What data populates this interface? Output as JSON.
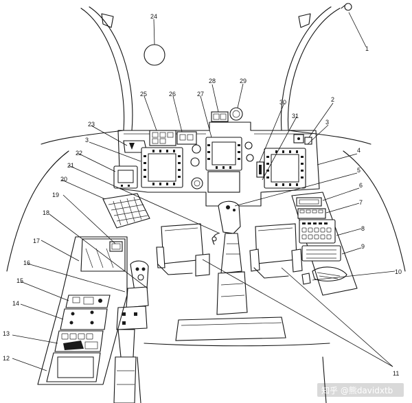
{
  "callouts": [
    {
      "id": "1",
      "text": "1"
    },
    {
      "id": "2",
      "text": "2"
    },
    {
      "id": "3a",
      "text": "3"
    },
    {
      "id": "3b",
      "text": "3"
    },
    {
      "id": "4",
      "text": "4"
    },
    {
      "id": "5",
      "text": "5"
    },
    {
      "id": "6",
      "text": "6"
    },
    {
      "id": "7",
      "text": "7"
    },
    {
      "id": "8",
      "text": "8"
    },
    {
      "id": "9",
      "text": "9"
    },
    {
      "id": "10",
      "text": "10"
    },
    {
      "id": "11",
      "text": "11"
    },
    {
      "id": "12",
      "text": "12"
    },
    {
      "id": "13",
      "text": "13"
    },
    {
      "id": "14",
      "text": "14"
    },
    {
      "id": "15",
      "text": "15"
    },
    {
      "id": "16",
      "text": "16"
    },
    {
      "id": "17",
      "text": "17"
    },
    {
      "id": "18",
      "text": "18"
    },
    {
      "id": "19",
      "text": "19"
    },
    {
      "id": "20",
      "text": "20"
    },
    {
      "id": "21",
      "text": "21"
    },
    {
      "id": "22",
      "text": "22"
    },
    {
      "id": "23",
      "text": "23"
    },
    {
      "id": "24",
      "text": "24"
    },
    {
      "id": "25",
      "text": "25"
    },
    {
      "id": "26",
      "text": "26"
    },
    {
      "id": "27",
      "text": "27"
    },
    {
      "id": "28",
      "text": "28"
    },
    {
      "id": "29",
      "text": "29"
    },
    {
      "id": "30",
      "text": "30"
    },
    {
      "id": "31",
      "text": "31"
    }
  ],
  "watermark": {
    "text": "知乎 @熊davidxtb",
    "color": "#ffffff"
  }
}
